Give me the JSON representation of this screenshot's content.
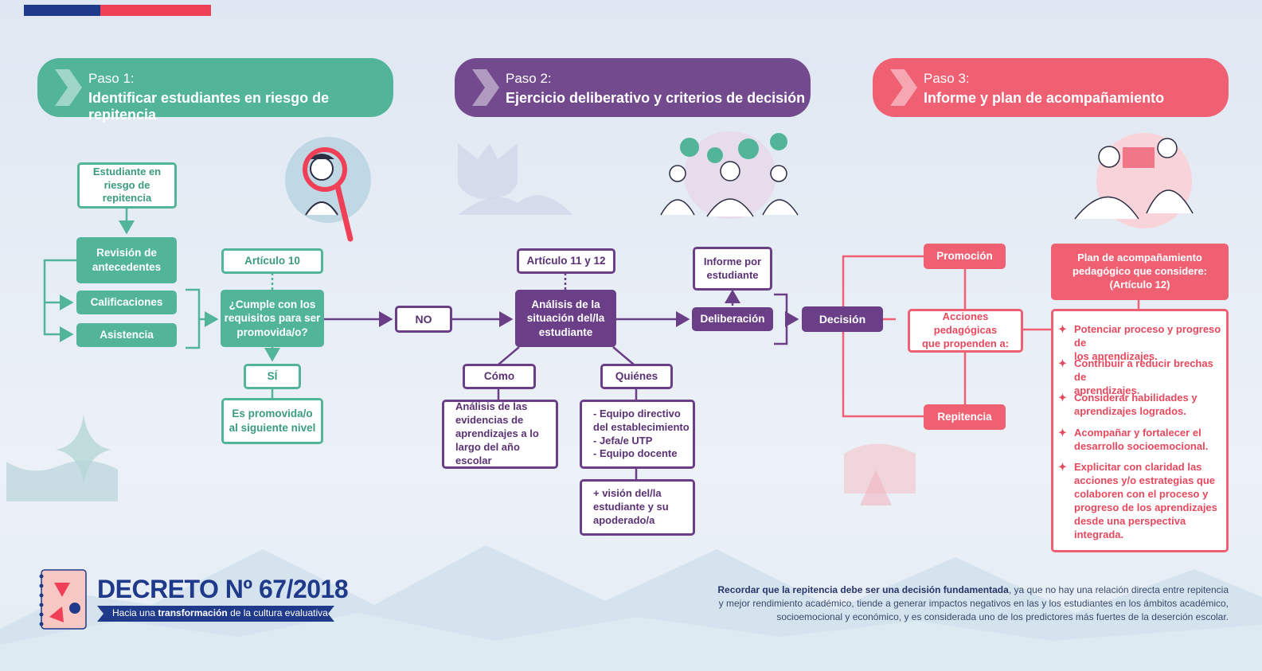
{
  "colors": {
    "green": "#52b59a",
    "purple": "#6b3f87",
    "red": "#ef6073",
    "navy": "#1f3a8a"
  },
  "steps": [
    {
      "small": "Paso 1:",
      "big": "Identificar estudiantes en riesgo de repitencia"
    },
    {
      "small": "Paso 2:",
      "big": "Ejercicio deliberativo y criterios de decisión"
    },
    {
      "small": "Paso 3:",
      "big": "Informe y plan de acompañamiento"
    }
  ],
  "step1": {
    "estudiante": "Estudiante en\nriesgo de repitencia",
    "revision": "Revisión de\nantecedentes",
    "calificaciones": "Calificaciones",
    "asistencia": "Asistencia",
    "articulo": "Artículo 10",
    "cumple": "¿Cumple con los\nrequisitos para ser\npromovida/o?",
    "si": "SÍ",
    "promovida": "Es promovida/o\nal siguiente nivel"
  },
  "step2": {
    "no": "NO",
    "articulo": "Artículo 11 y 12",
    "analisis": "Análisis de la\nsituación del/la\nestudiante",
    "como": "Cómo",
    "quienes": "Quiénes",
    "evidencias": "Análisis de las\nevidencias de\naprendizajes a lo\nlargo del año escolar",
    "equipo": "- Equipo directivo\n  del establecimiento\n- Jefa/e UTP\n- Equipo docente",
    "vision": "+ visión del/la\n  estudiante y su\n  apoderado/a",
    "informe": "Informe por\nestudiante",
    "deliberacion": "Deliberación",
    "decision": "Decisión"
  },
  "step3": {
    "promocion": "Promoción",
    "acciones": "Acciones pedagógicas\nque propenden a:",
    "repitencia": "Repitencia",
    "plan": "Plan de acompañamiento\npedagógico que considere:\n(Artículo 12)",
    "bullets": [
      "Potenciar proceso y progreso de\nlos aprendizajes.",
      "Contribuir a reducir brechas de\naprendizajes.",
      "Considerar habilidades y\naprendizajes logrados.",
      "Acompañar y fortalecer el\ndesarrollo socioemocional.",
      "Explicitar con claridad las\nacciones y/o estrategias que\ncolaboren con el proceso y\nprogreso de los aprendizajes\ndesde una perspectiva\nintegrada."
    ]
  },
  "footer": {
    "decreto": "DECRETO Nº 67/2018",
    "tag_pre": "Hacia una ",
    "tag_bold": "transformación",
    "tag_post": " de la cultura evaluativa",
    "note_bold": "Recordar que la repitencia debe ser una decisión fundamentada",
    "note_rest1": ", ya que no hay una relación directa entre repitencia",
    "note_line2": "y mejor rendimiento académico, tiende a generar impactos negativos en las y los estudiantes en los ámbitos académico,",
    "note_line3": "socioemocional y económico, y es considerada uno de los predictores más fuertes de la deserción escolar."
  }
}
